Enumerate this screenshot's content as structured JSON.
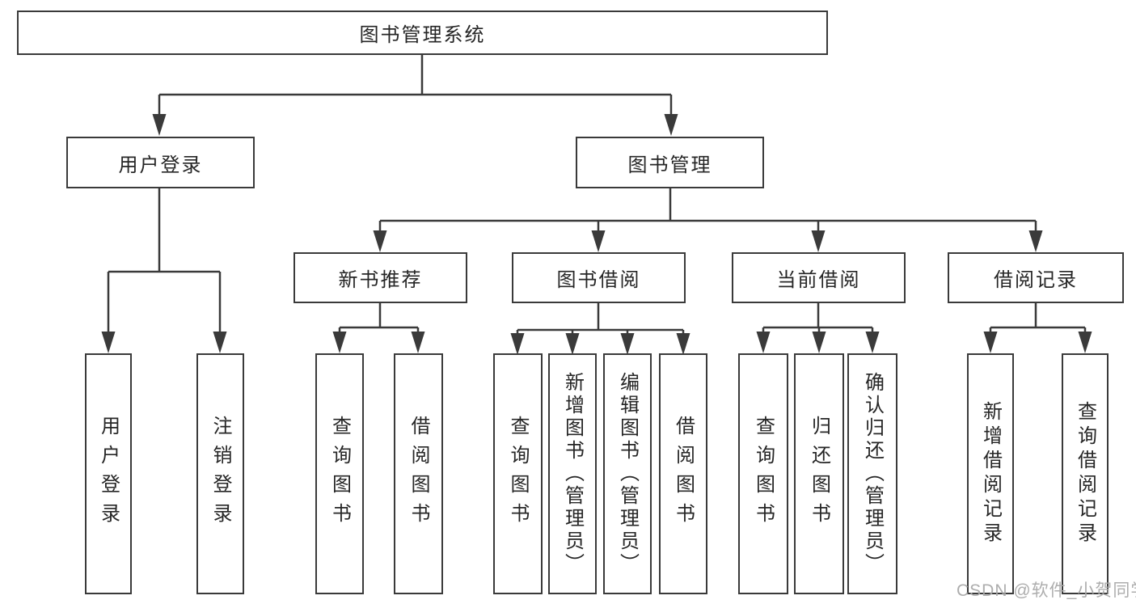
{
  "diagram": {
    "root": "图书管理系统",
    "user_login": "用户登录",
    "book_management": "图书管理",
    "new_book_recommend": "新书推荐",
    "book_borrowing": "图书借阅",
    "current_borrowing": "当前借阅",
    "borrowing_records": "借阅记录",
    "leaf_user_login": "用户登录",
    "leaf_logout": "注销登录",
    "leaf_query_books_a": "查询图书",
    "leaf_borrow_books_a": "借阅图书",
    "leaf_query_books_b": "查询图书",
    "leaf_add_book_admin": "新增图书（管理员）",
    "leaf_edit_book_admin": "编辑图书（管理员）",
    "leaf_borrow_books_b": "借阅图书",
    "leaf_query_books_c": "查询图书",
    "leaf_return_books": "归还图书",
    "leaf_confirm_return_admin": "确认归还（管理员）",
    "leaf_add_borrow_record": "新增借阅记录",
    "leaf_query_borrow_record": "查询借阅记录"
  },
  "watermark": {
    "text": "CSDN @软件_小贺同学"
  },
  "colors": {
    "line": "#3a3a3a",
    "text": "#262626",
    "background": "#ffffff",
    "watermark": "#a9a9a9"
  }
}
